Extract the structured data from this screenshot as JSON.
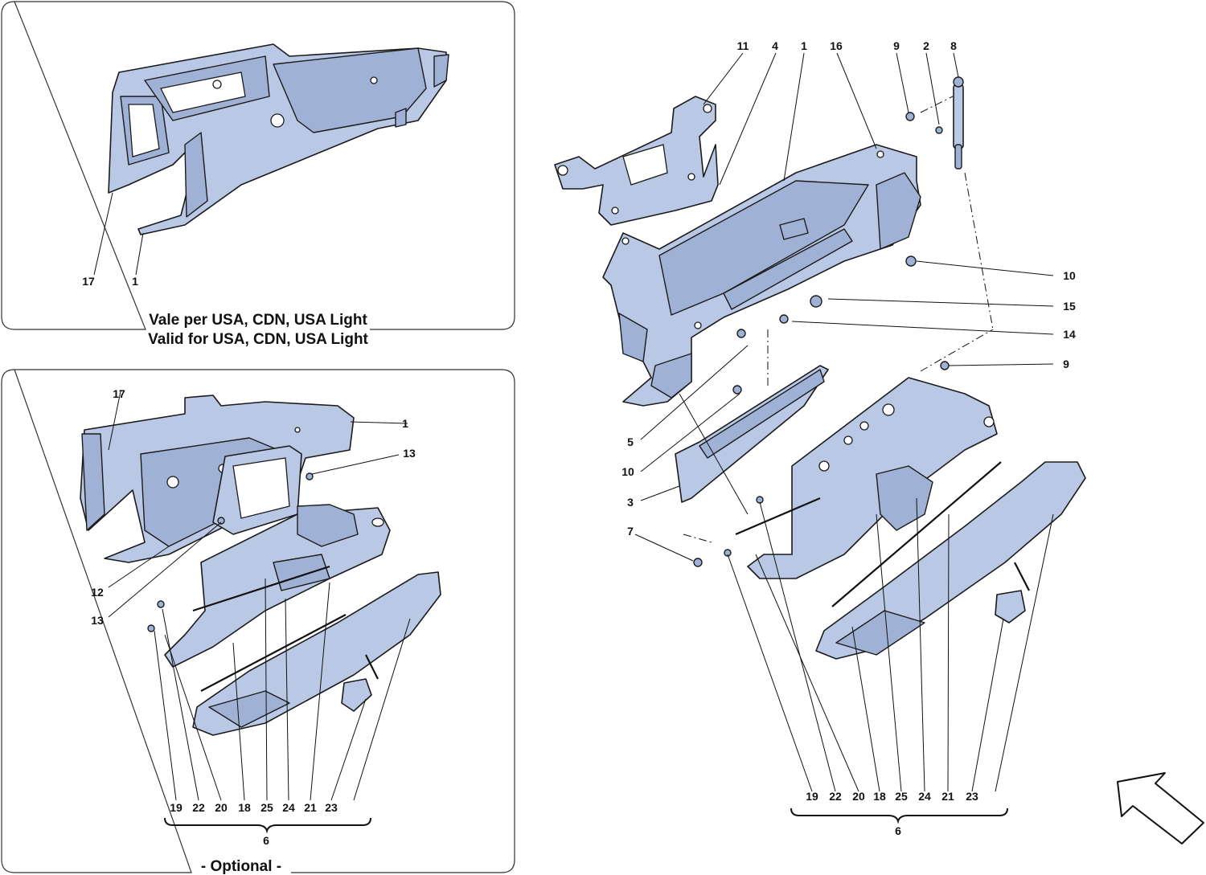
{
  "top_left_panel": {
    "caption_line1": "Vale per USA, CDN, USA Light",
    "caption_line2": "Valid for USA, CDN, USA Light",
    "callouts": [
      "17",
      "1"
    ]
  },
  "bottom_left_panel": {
    "caption": "- Optional -",
    "group_label": "6",
    "callouts_side": [
      "17",
      "1",
      "13",
      "12",
      "13"
    ],
    "callouts_bottom": [
      "19",
      "22",
      "20",
      "18",
      "25",
      "24",
      "21",
      "23"
    ]
  },
  "main_panel": {
    "group_label": "6",
    "callouts_top": [
      "11",
      "4",
      "1",
      "16",
      "9",
      "2",
      "8"
    ],
    "callouts_right": [
      "10",
      "15",
      "14",
      "9"
    ],
    "callouts_left": [
      "5",
      "10",
      "3",
      "7"
    ],
    "callouts_bottom": [
      "19",
      "22",
      "20",
      "18",
      "25",
      "24",
      "21",
      "23"
    ]
  },
  "colors": {
    "part_fill": "#b9c8e4",
    "outline": "#1b1b1b"
  },
  "icons": [
    "direction-arrow-icon"
  ]
}
